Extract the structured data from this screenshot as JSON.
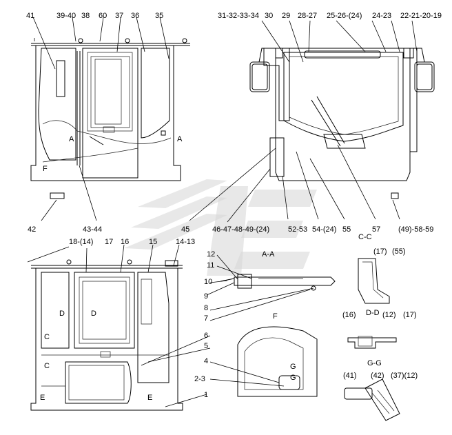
{
  "callouts_cab_side": [
    "41",
    "39-40",
    "38",
    "60",
    "37",
    "36",
    "35",
    "42",
    "43-44"
  ],
  "callouts_cab_rear": [
    "31-32-33-34",
    "30",
    "29",
    "28-27",
    "25-26-(24)",
    "24-23",
    "22-21-20-19",
    "45",
    "46-47-48-49-(24)",
    "52-53",
    "54-(24)",
    "55",
    "57",
    "(49)-58-59"
  ],
  "callouts_cab_front": [
    "18-(14)",
    "17",
    "16",
    "15",
    "14-13",
    "12",
    "11",
    "10",
    "9",
    "8",
    "7",
    "6",
    "5",
    "4",
    "2-3",
    "1"
  ],
  "section_marks": [
    "A",
    "A",
    "F",
    "D",
    "D",
    "C",
    "C",
    "E",
    "E",
    "G",
    "G"
  ],
  "section_titles": [
    "A-A",
    "C-C",
    "D-D",
    "F",
    "G-G"
  ],
  "detail_callouts": {
    "cc": [
      "(17)",
      "(55)"
    ],
    "dd": [
      "(16)",
      "(12)",
      "(17)"
    ],
    "gg": [
      "(41)",
      "(42)",
      "(37)(12)"
    ]
  }
}
